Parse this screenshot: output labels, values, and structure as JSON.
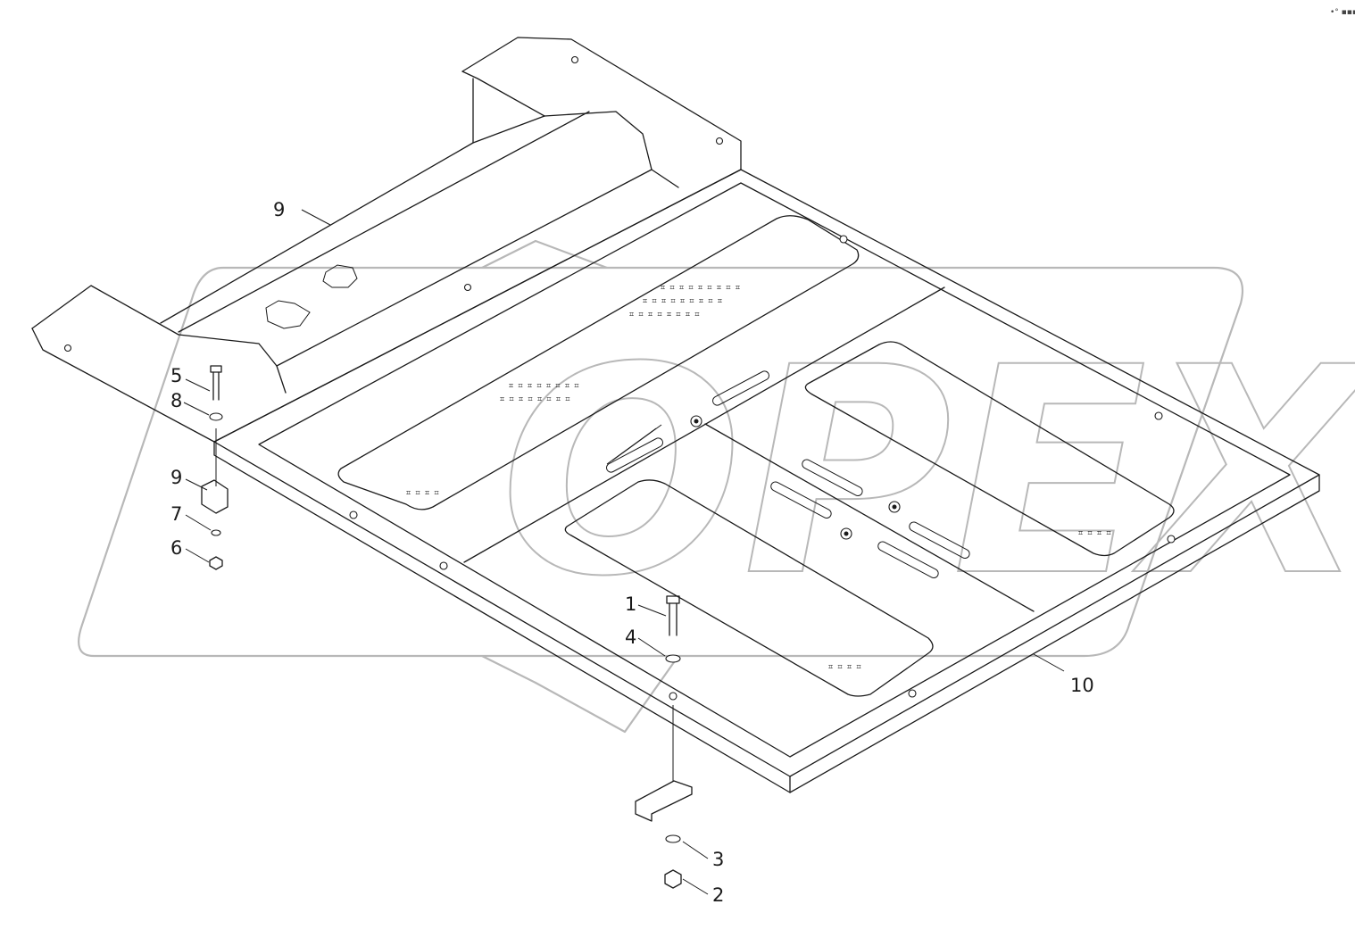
{
  "watermark": {
    "text": "OPEX"
  },
  "callouts": [
    {
      "id": "1",
      "label": "1"
    },
    {
      "id": "2",
      "label": "2"
    },
    {
      "id": "3",
      "label": "3"
    },
    {
      "id": "4",
      "label": "4"
    },
    {
      "id": "5",
      "label": "5"
    },
    {
      "id": "6",
      "label": "6"
    },
    {
      "id": "7",
      "label": "7"
    },
    {
      "id": "8",
      "label": "8"
    },
    {
      "id": "9a",
      "label": "9"
    },
    {
      "id": "9b",
      "label": "9"
    },
    {
      "id": "10",
      "label": "10"
    }
  ],
  "corner_mark": "•° ▪▪▪"
}
